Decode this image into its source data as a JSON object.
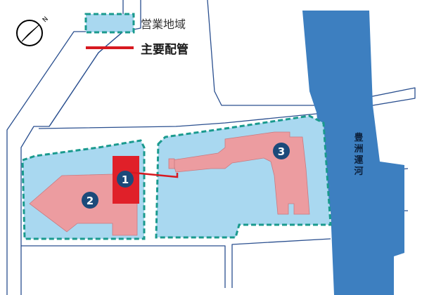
{
  "legend": {
    "business_area_label": "営業地域",
    "main_pipe_label": "主要配管"
  },
  "canal": {
    "name_lines": [
      "豊",
      "洲",
      "運",
      "河"
    ]
  },
  "markers": [
    {
      "number": "1"
    },
    {
      "number": "2"
    },
    {
      "number": "3"
    }
  ],
  "colors": {
    "business_area_fill": "#a9d8f0",
    "business_area_border": "#1a9a8e",
    "building_fill": "#ec9ca0",
    "building_highlight": "#e02029",
    "main_pipe": "#d71920",
    "canal": "#3d7fc0",
    "road_outline": "#2a4f8f",
    "marker_fill": "#1c4a7a"
  },
  "icons": {
    "compass": "north-arrow-icon"
  }
}
